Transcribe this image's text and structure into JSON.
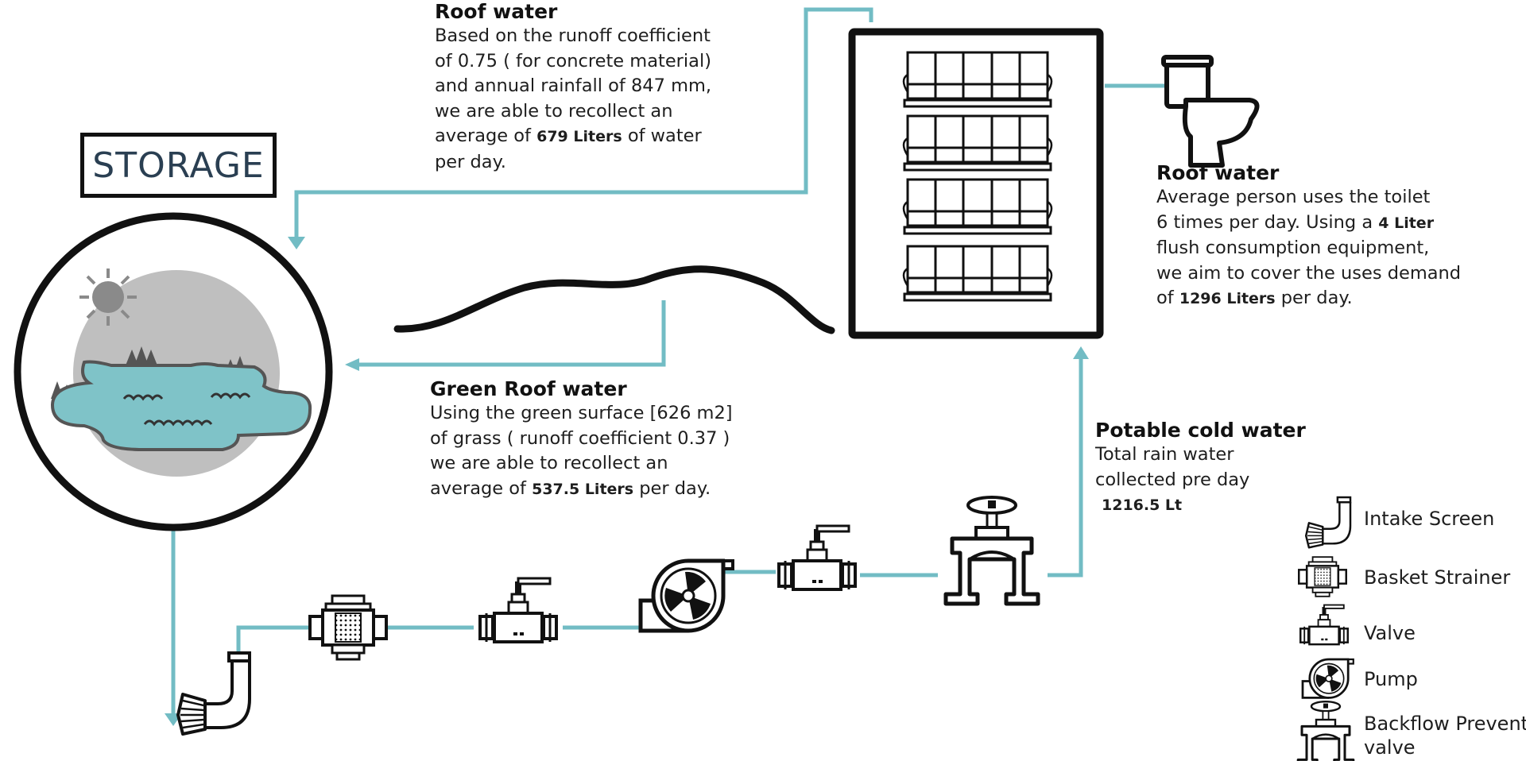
{
  "storage": {
    "label": "STORAGE"
  },
  "roof_water": {
    "title": "Roof water",
    "lines": [
      "Based on the runoff coefficient",
      "of 0.75 ( for concrete material)",
      "and annual rainfall of 847 mm,",
      "we are able to recollect  an"
    ],
    "avg_prefix": "average of",
    "avg_value": "679 Liters",
    "avg_suffix": "of water",
    "last_line": "per day."
  },
  "toilet": {
    "title": "Roof water",
    "line1": "Average person uses the toilet",
    "line2_prefix": "6 times per day. Using a",
    "line2_value": "4 Liter",
    "line3": "flush consumption equipment,",
    "line4": "we aim to cover the uses demand",
    "line5_prefix": "of",
    "line5_value": "1296 Liters",
    "line5_suffix": " per day."
  },
  "green_roof": {
    "title": "Green Roof water",
    "lines": [
      "Using the green  surface [626 m2]",
      "of grass ( runoff coefficient 0.37 )",
      "we are able to recollect  an"
    ],
    "avg_prefix": "average of",
    "avg_value": "537.5 Liters",
    "avg_suffix": "per day."
  },
  "potable": {
    "title": "Potable cold water",
    "lines": [
      "Total rain water",
      "collected pre day"
    ],
    "value": "1216.5 Lt"
  },
  "legend": [
    {
      "icon": "intake-screen-icon",
      "label": "Intake Screen"
    },
    {
      "icon": "basket-strainer-icon",
      "label": "Basket Strainer"
    },
    {
      "icon": "valve-icon",
      "label": "Valve"
    },
    {
      "icon": "pump-icon",
      "label": "Pump"
    },
    {
      "icon": "backflow-prevent-valve-icon",
      "label": "Backflow Prevent",
      "label2": "valve"
    }
  ],
  "colors": {
    "pipe": "#72bcc4",
    "water": "#7fc3c8",
    "outline": "#111111",
    "circle_fill": "#bfbfbf"
  }
}
